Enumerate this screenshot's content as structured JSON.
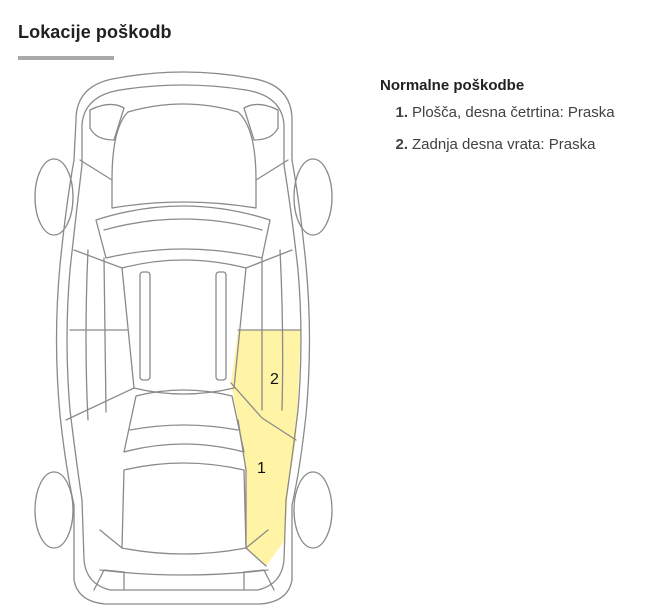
{
  "header": {
    "title": "Lokacije poškodb"
  },
  "diagram": {
    "highlight_color": "#fff3a6",
    "outline_color": "#8a8a8a",
    "zones": [
      {
        "number": "1"
      },
      {
        "number": "2"
      }
    ]
  },
  "damage": {
    "heading": "Normalne poškodbe",
    "items": [
      {
        "number": "1.",
        "text": "Plošča, desna četrtina: Praska"
      },
      {
        "number": "2.",
        "text": "Zadnja desna vrata: Praska"
      }
    ]
  }
}
